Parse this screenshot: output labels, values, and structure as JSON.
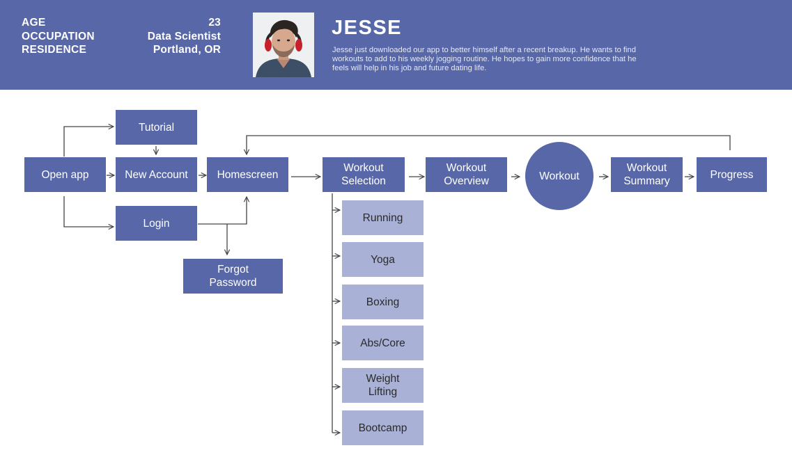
{
  "persona": {
    "labels": [
      "AGE",
      "OCCUPATION",
      "RESIDENCE"
    ],
    "values": [
      "23",
      "Data Scientist",
      "Portland, OR"
    ],
    "name": "JESSE",
    "bio": "Jesse just downloaded our app to better himself after a recent breakup. He wants to find workouts to add to his weekly jogging routine. He hopes to gain more confidence that he feels will help in his job and future dating life."
  },
  "flow": {
    "nodes": {
      "open_app": "Open app",
      "tutorial": "Tutorial",
      "new_account": "New Account",
      "login": "Login",
      "forgot_password": "Forgot\nPassword",
      "homescreen": "Homescreen",
      "workout_selection": "Workout\nSelection",
      "workout_overview": "Workout\nOverview",
      "workout": "Workout",
      "workout_summary": "Workout\nSummary",
      "progress": "Progress"
    },
    "workout_types": [
      "Running",
      "Yoga",
      "Boxing",
      "Abs/Core",
      "Weight\nLifting",
      "Bootcamp"
    ]
  },
  "colors": {
    "primary": "#5767a8",
    "secondary": "#a9b2d6",
    "line": "#444444"
  }
}
